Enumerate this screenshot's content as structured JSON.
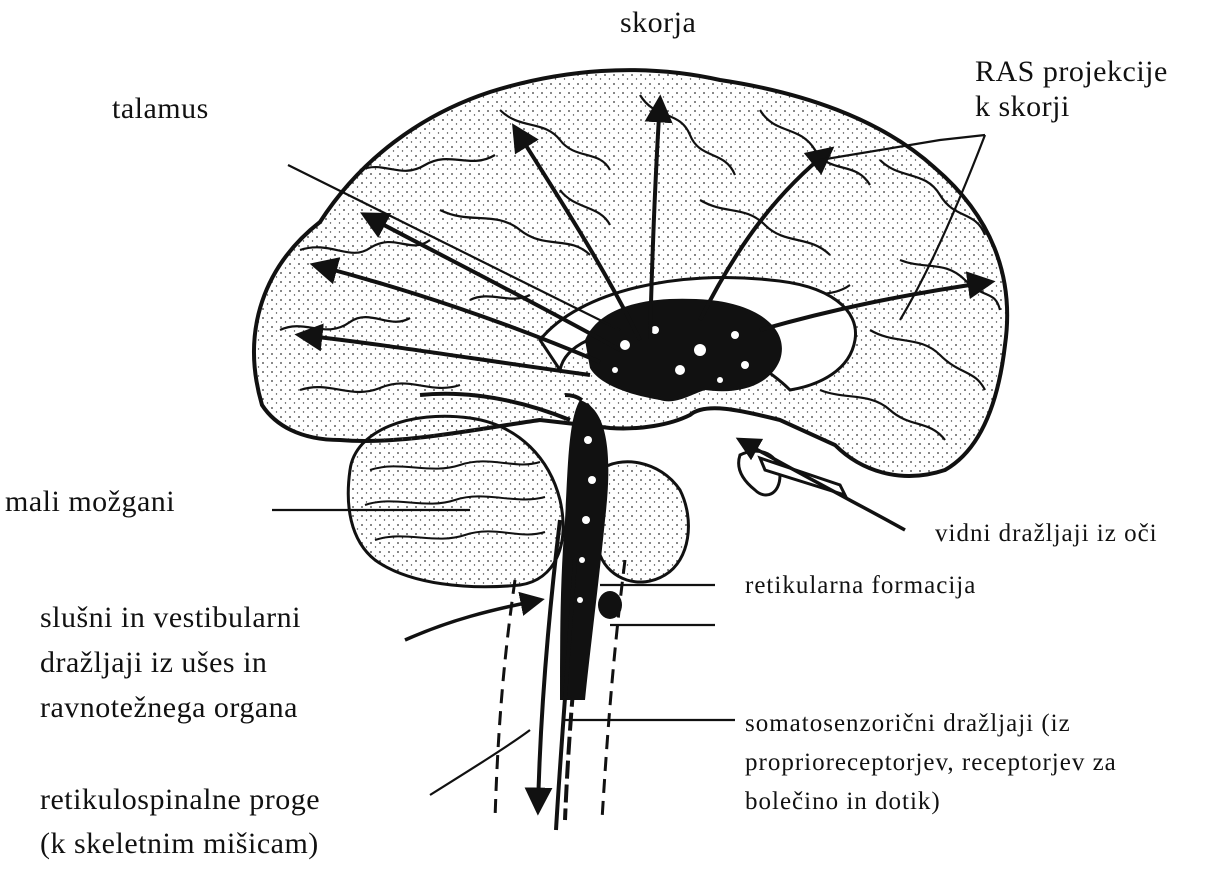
{
  "labels": {
    "cortex": "skorja",
    "ras_line1": "RAS projekcije",
    "ras_line2": "k skorji",
    "thalamus": "talamus",
    "cerebellum": "mali možgani",
    "visual": "vidni dražljaji iz oči",
    "reticular": "retikularna formacija",
    "auditory_line1": "slušni in vestibularni",
    "auditory_line2": "dražljaji iz ušes in",
    "auditory_line3": "ravnotežnega organa",
    "somato_line1": "somatosenzorični dražljaji (iz",
    "somato_line2": "proprioreceptorjev, receptorjev za",
    "somato_line3": "bolečino in dotik)",
    "spinal_line1": "retikulospinalne proge",
    "spinal_line2": "(k skeletnim mišicam)"
  },
  "colors": {
    "ink": "#111111",
    "paper": "#ffffff"
  }
}
